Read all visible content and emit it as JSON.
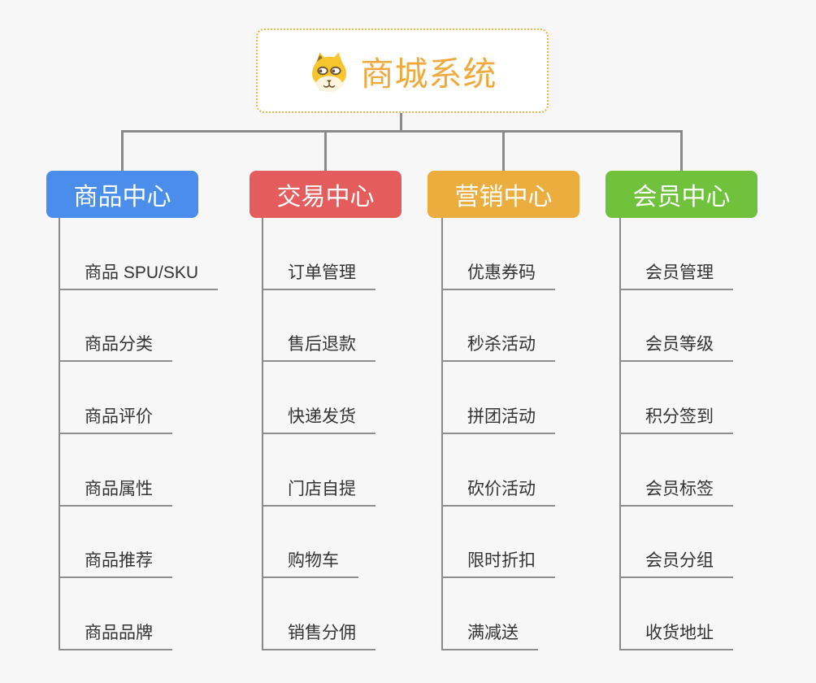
{
  "root": {
    "title": "商城系统",
    "icon": "dog-face"
  },
  "branches": [
    {
      "label": "商品中心",
      "color": "#4b8dea",
      "items": [
        "商品 SPU/SKU",
        "商品分类",
        "商品评价",
        "商品属性",
        "商品推荐",
        "商品品牌"
      ]
    },
    {
      "label": "交易中心",
      "color": "#e45c5b",
      "items": [
        "订单管理",
        "售后退款",
        "快递发货",
        "门店自提",
        "购物车",
        "销售分佣"
      ]
    },
    {
      "label": "营销中心",
      "color": "#ebad3e",
      "items": [
        "优惠券码",
        "秒杀活动",
        "拼团活动",
        "砍价活动",
        "限时折扣",
        "满减送"
      ]
    },
    {
      "label": "会员中心",
      "color": "#70c23d",
      "items": [
        "会员管理",
        "会员等级",
        "积分签到",
        "会员标签",
        "会员分组",
        "收货地址"
      ]
    }
  ],
  "colors": {
    "background": "#f7f7f7",
    "connector": "#8a8a8a",
    "underline": "#8e8e8e",
    "root_text": "#f0a93c",
    "root_border": "#f3b04a",
    "item_text": "#333333",
    "branch_text": "#ffffff"
  }
}
